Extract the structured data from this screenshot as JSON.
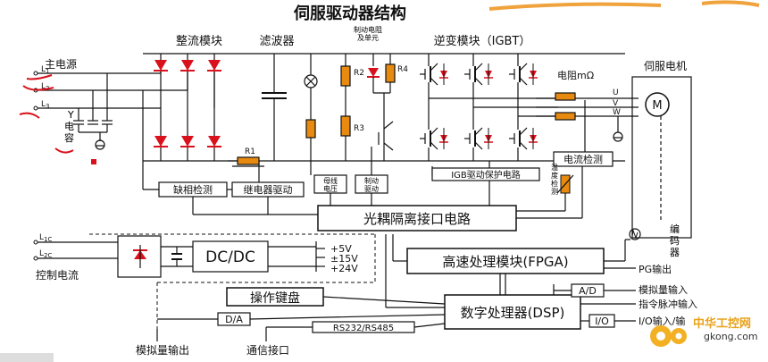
{
  "title": "伺服驱动器结构",
  "blocks": {
    "rectifier": "整流模块",
    "filter": "滤波器",
    "brake": "制动电阻\n及单元",
    "inverter": "逆变模块（IGBT）",
    "motor": "伺服电机",
    "resistor": "电阻mΩ",
    "current_detect": "电流检测",
    "phase_loss": "缺相检测",
    "relay_drive": "继电器驱动",
    "bus_voltage": "母线\n电压",
    "brake_drive": "制动\n驱动",
    "igbt_protect": "IGB驱动保护电路",
    "temp_detect": "温\n度\n检\n测",
    "optocoupler": "光耦隔离接口电路",
    "dcdc": "DC/DC",
    "fpga": "高速处理模块(FPGA)",
    "keypad": "操作键盘",
    "dsp": "数字处理器(DSP)",
    "ad": "A/D",
    "da": "D/A",
    "io": "I/O",
    "rs": "RS232/RS485",
    "encoder": "编\n码\n器"
  },
  "labels": {
    "main_power": "主电源",
    "y_cap": "Y\n电\n容",
    "ctrl_power": "控制电流",
    "l1": "L1",
    "l2": "L2",
    "l3": "L3",
    "l1c": "L1C",
    "l2c": "L2C",
    "r1": "R1",
    "r2": "R2",
    "r3": "R3",
    "r4": "R4",
    "u": "U",
    "v": "V",
    "w": "W",
    "m": "M",
    "v5": "+5V",
    "v15": "±15V",
    "v24": "+24V",
    "pg_out": "PG输出",
    "analog_in": "模拟量输入",
    "pulse_in": "指令脉冲输入",
    "io_in": "I/O输入/输",
    "analog_out": "模拟量输出",
    "comm": "通信接口"
  },
  "watermark": {
    "text": "中华工控网",
    "url": "gkong.com"
  },
  "colors": {
    "red": "#d9111c",
    "orange": "#e88a10",
    "line": "#111111"
  }
}
